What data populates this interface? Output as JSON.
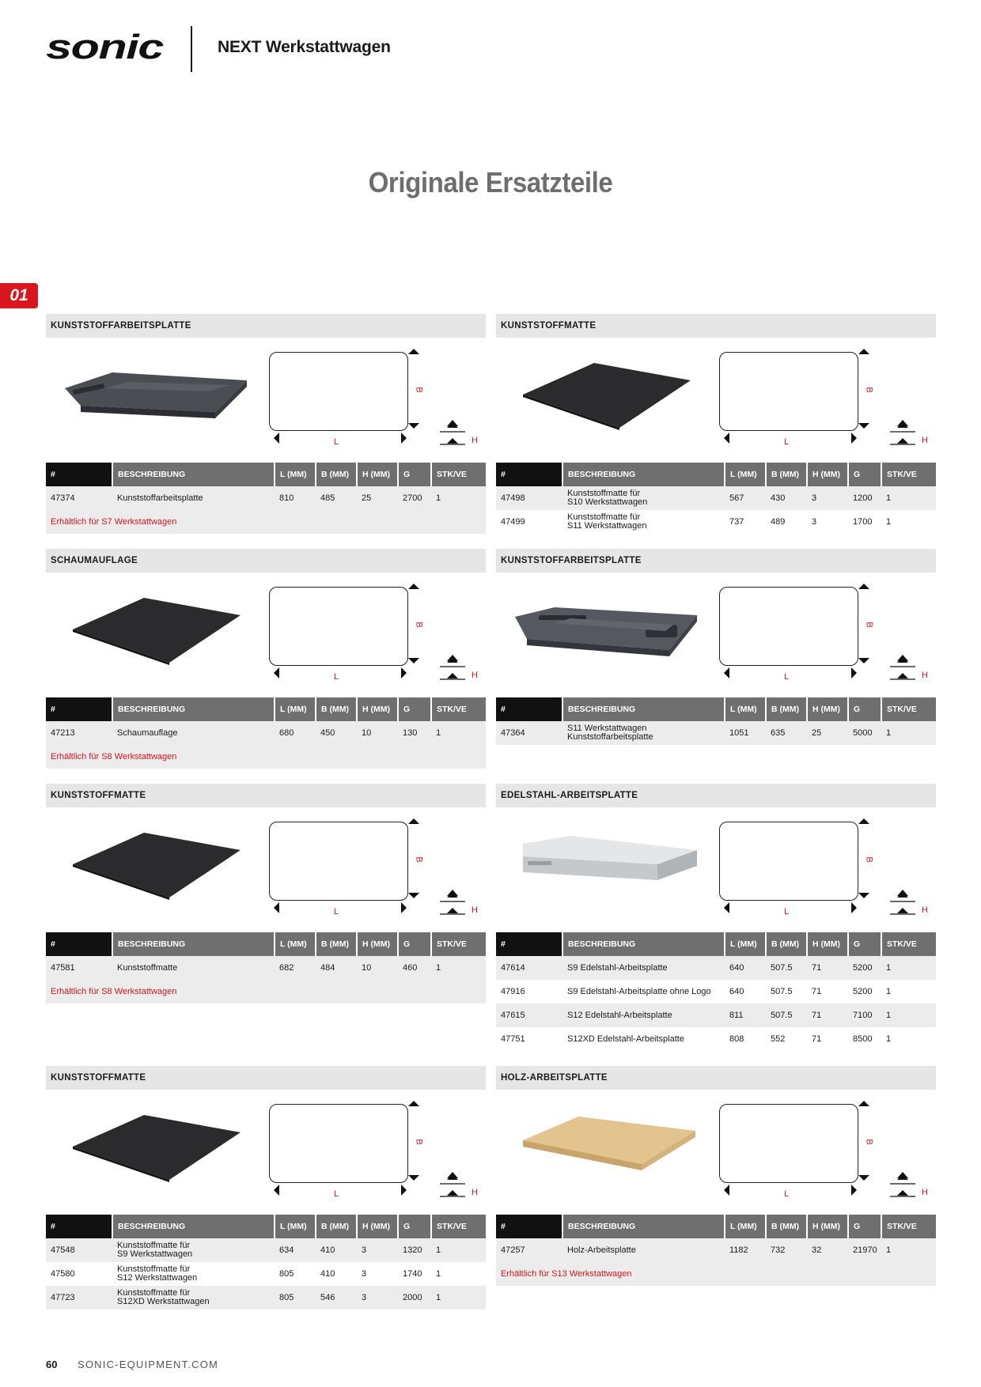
{
  "header": {
    "brand": "sonic",
    "title": "NEXT Werkstattwagen"
  },
  "page_title": "Originale Ersatzteile",
  "chapter": "01",
  "dimension_labels": {
    "b": "B",
    "l": "L",
    "h": "H"
  },
  "table_headers": [
    "#",
    "BESCHREIBUNG",
    "L (MM)",
    "B (MM)",
    "H (MM)",
    "G",
    "STK/VE"
  ],
  "sections": [
    {
      "title": "KUNSTSTOFFARBEITSPLATTE",
      "rows": [
        {
          "id": "47374",
          "desc": "Kunststoffarbeitsplatte",
          "l": "810",
          "b": "485",
          "h": "25",
          "g": "2700",
          "stk": "1"
        }
      ],
      "note": "Erhältlich für S7 Werkstattwagen"
    },
    {
      "title": "KUNSTSTOFFMATTE",
      "rows": [
        {
          "id": "47498",
          "desc": "Kunststoffmatte für\nS10 Werkstattwagen",
          "l": "567",
          "b": "430",
          "h": "3",
          "g": "1200",
          "stk": "1"
        },
        {
          "id": "47499",
          "desc": "Kunststoffmatte für\nS11 Werkstattwagen",
          "l": "737",
          "b": "489",
          "h": "3",
          "g": "1700",
          "stk": "1"
        }
      ],
      "note": ""
    },
    {
      "title": "SCHAUMAUFLAGE",
      "rows": [
        {
          "id": "47213",
          "desc": "Schaumauflage",
          "l": "680",
          "b": "450",
          "h": "10",
          "g": "130",
          "stk": "1"
        }
      ],
      "note": "Erhältlich für S8 Werkstattwagen"
    },
    {
      "title": "KUNSTSTOFFARBEITSPLATTE",
      "rows": [
        {
          "id": "47364",
          "desc": "S11 Werkstattwagen\nKunststoffarbeitsplatte",
          "l": "1051",
          "b": "635",
          "h": "25",
          "g": "5000",
          "stk": "1"
        }
      ],
      "note": ""
    },
    {
      "title": "KUNSTSTOFFMATTE",
      "rows": [
        {
          "id": "47581",
          "desc": "Kunststoffmatte",
          "l": "682",
          "b": "484",
          "h": "10",
          "g": "460",
          "stk": "1"
        }
      ],
      "note": "Erhältlich für S8 Werkstattwagen"
    },
    {
      "title": "EDELSTAHL-ARBEITSPLATTE",
      "rows": [
        {
          "id": "47614",
          "desc": "S9 Edelstahl-Arbeitsplatte",
          "l": "640",
          "b": "507.5",
          "h": "71",
          "g": "5200",
          "stk": "1"
        },
        {
          "id": "47916",
          "desc": "S9 Edelstahl-Arbeitsplatte ohne Logo",
          "l": "640",
          "b": "507.5",
          "h": "71",
          "g": "5200",
          "stk": "1"
        },
        {
          "id": "47615",
          "desc": "S12 Edelstahl-Arbeitsplatte",
          "l": "811",
          "b": "507.5",
          "h": "71",
          "g": "7100",
          "stk": "1"
        },
        {
          "id": "47751",
          "desc": "S12XD Edelstahl-Arbeitsplatte",
          "l": "808",
          "b": "552",
          "h": "71",
          "g": "8500",
          "stk": "1"
        }
      ],
      "note": ""
    },
    {
      "title": "KUNSTSTOFFMATTE",
      "rows": [
        {
          "id": "47548",
          "desc": "Kunststoffmatte für\nS9 Werkstattwagen",
          "l": "634",
          "b": "410",
          "h": "3",
          "g": "1320",
          "stk": "1"
        },
        {
          "id": "47580",
          "desc": "Kunststoffmatte für\nS12 Werkstattwagen",
          "l": "805",
          "b": "410",
          "h": "3",
          "g": "1740",
          "stk": "1"
        },
        {
          "id": "47723",
          "desc": "Kunststoffmatte für\nS12XD Werkstattwagen",
          "l": "805",
          "b": "546",
          "h": "3",
          "g": "2000",
          "stk": "1"
        }
      ],
      "note": ""
    },
    {
      "title": "HOLZ-ARBEITSPLATTE",
      "rows": [
        {
          "id": "47257",
          "desc": "Holz-Arbeitsplatte",
          "l": "1182",
          "b": "732",
          "h": "32",
          "g": "21970",
          "stk": "1"
        }
      ],
      "note": "Erhältlich für S13 Werkstattwagen"
    }
  ],
  "footer": {
    "page_number": "60",
    "url": "SONIC-EQUIPMENT.COM"
  }
}
